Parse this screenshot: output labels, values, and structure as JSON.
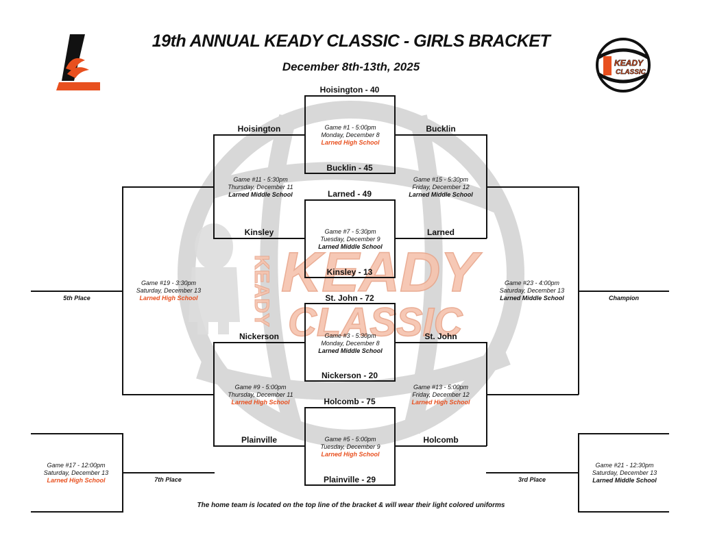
{
  "header": {
    "title": "19th ANNUAL KEADY CLASSIC - GIRLS BRACKET",
    "subtitle": "December 8th-13th, 2025"
  },
  "logos": {
    "left_logo_text": "L",
    "right_logo_text": "KEADY CLASSIC",
    "watermark_text_1": "KEADY",
    "watermark_text_2": "CLASSIC",
    "watermark_text_3": "KEADY"
  },
  "colors": {
    "accent": "#e8501f",
    "line": "#111111",
    "watermark": "#c8c8c8"
  },
  "games": {
    "g1": {
      "time": "Game #1 - 5:00pm",
      "date": "Monday, December 8",
      "location": "Larned High School"
    },
    "g3": {
      "time": "Game #3 - 5:30pm",
      "date": "Monday, December 8",
      "location": "Larned Middle School"
    },
    "g5": {
      "time": "Game #5 - 5:00pm",
      "date": "Tuesday, December 9",
      "location": "Larned High School"
    },
    "g7": {
      "time": "Game #7 - 5:30pm",
      "date": "Tuesday, December 9",
      "location": "Larned Middle School"
    },
    "g9": {
      "time": "Game #9 - 5:00pm",
      "date": "Thursday, December 11",
      "location": "Larned High School"
    },
    "g11": {
      "time": "Game #11 - 5:30pm",
      "date": "Thursday, December 11",
      "location": "Larned Middle School"
    },
    "g13": {
      "time": "Game #13 - 5:00pm",
      "date": "Friday, December 12",
      "location": "Larned High School"
    },
    "g15": {
      "time": "Game #15 - 5:30pm",
      "date": "Friday, December 12",
      "location": "Larned Middle School"
    },
    "g17": {
      "time": "Game #17 - 12:00pm",
      "date": "Saturday, December 13",
      "location": "Larned High School"
    },
    "g19": {
      "time": "Game #19 - 3:30pm",
      "date": "Saturday, December 13",
      "location": "Larned High School"
    },
    "g21": {
      "time": "Game #21 - 12:30pm",
      "date": "Saturday, December 13",
      "location": "Larned Middle School"
    },
    "g23": {
      "time": "Game #23 - 4:00pm",
      "date": "Saturday, December 13",
      "location": "Larned Middle School"
    }
  },
  "teams": {
    "g1_top": "Hoisington - 40",
    "g1_bottom": "Bucklin - 45",
    "g7_top": "Larned - 49",
    "g7_bottom": "Kinsley - 13",
    "g3_top": "St. John - 72",
    "g3_bottom": "Nickerson - 20",
    "g5_top": "Holcomb - 75",
    "g5_bottom": "Plainville - 29",
    "left_hoisington": "Hoisington",
    "left_kinsley": "Kinsley",
    "left_nickerson": "Nickerson",
    "left_plainville": "Plainville",
    "right_bucklin": "Bucklin",
    "right_larned": "Larned",
    "right_stjohn": "St. John",
    "right_holcomb": "Holcomb"
  },
  "places": {
    "fifth": "5th Place",
    "champion": "Champion",
    "seventh": "7th Place",
    "third": "3rd Place"
  },
  "footnote": "The home team is located on the top line of the bracket & will wear their light colored uniforms"
}
